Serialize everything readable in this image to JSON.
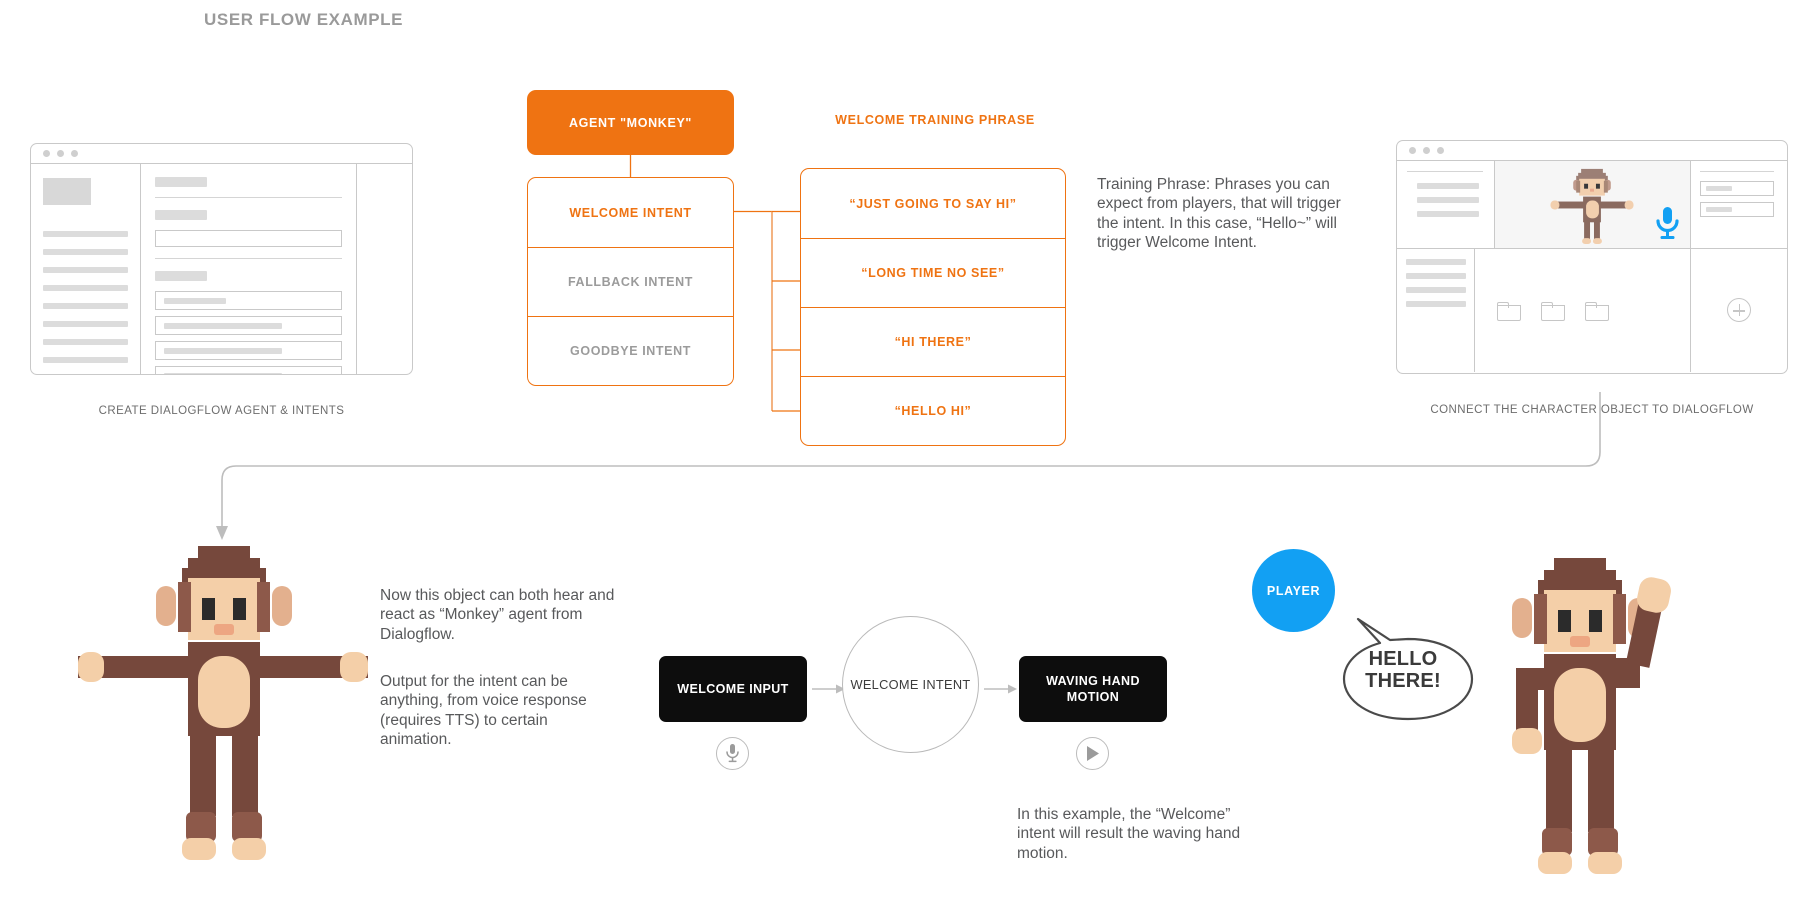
{
  "page": {
    "title": "USER FLOW EXAMPLE"
  },
  "colors": {
    "orange": "#ef7312",
    "blue": "#12a0f3",
    "black": "#0d0d0d",
    "gray_text": "#58595b"
  },
  "left_panel": {
    "caption": "CREATE DIALOGFLOW AGENT & INTENTS"
  },
  "right_panel": {
    "caption": "CONNECT THE CHARACTER OBJECT TO DIALOGFLOW"
  },
  "agent": {
    "label": "AGENT \"MONKEY\""
  },
  "intents": [
    {
      "label": "WELCOME INTENT",
      "state": "active"
    },
    {
      "label": "FALLBACK INTENT",
      "state": "muted"
    },
    {
      "label": "GOODBYE INTENT",
      "state": "muted"
    }
  ],
  "training": {
    "title": "WELCOME TRAINING PHRASE",
    "phrases": [
      "“JUST GOING TO SAY HI”",
      "“LONG TIME NO SEE”",
      "“HI THERE”",
      "“HELLO HI”"
    ],
    "description": "Training Phrase: Phrases you can expect from players, that will trigger the intent. In this case, “Hello~” will trigger Welcome Intent."
  },
  "body": {
    "paragraph_1": "Now this object can both hear and react as “Monkey” agent from Dialogflow.",
    "paragraph_2": "Output for the intent can be anything, from voice response (requires TTS) to certain animation.",
    "example_note": "In this example, the “Welcome” intent will result the waving hand motion."
  },
  "flow": {
    "input_label": "WELCOME INPUT",
    "intent_label": "WELCOME INTENT",
    "output_label": "WAVING HAND MOTION"
  },
  "player": {
    "badge": "PLAYER",
    "speech_line_1": "HELLO",
    "speech_line_2": "THERE!"
  }
}
